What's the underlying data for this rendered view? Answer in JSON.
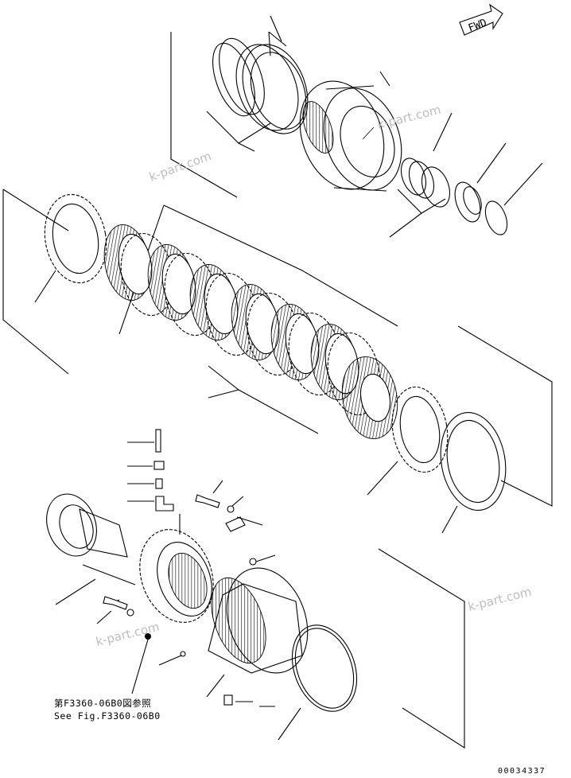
{
  "direction_marker": {
    "label": "FWD"
  },
  "reference_note": {
    "line_jp": "第F3360-06B0図参照",
    "line_en": "See Fig.F3360-06B0"
  },
  "watermarks": [
    "k-part.com",
    "k-part.com",
    "k-part.com",
    "k-part.com"
  ],
  "drawing_code": "00034337",
  "icons": {
    "direction": "arrow-right-icon"
  }
}
